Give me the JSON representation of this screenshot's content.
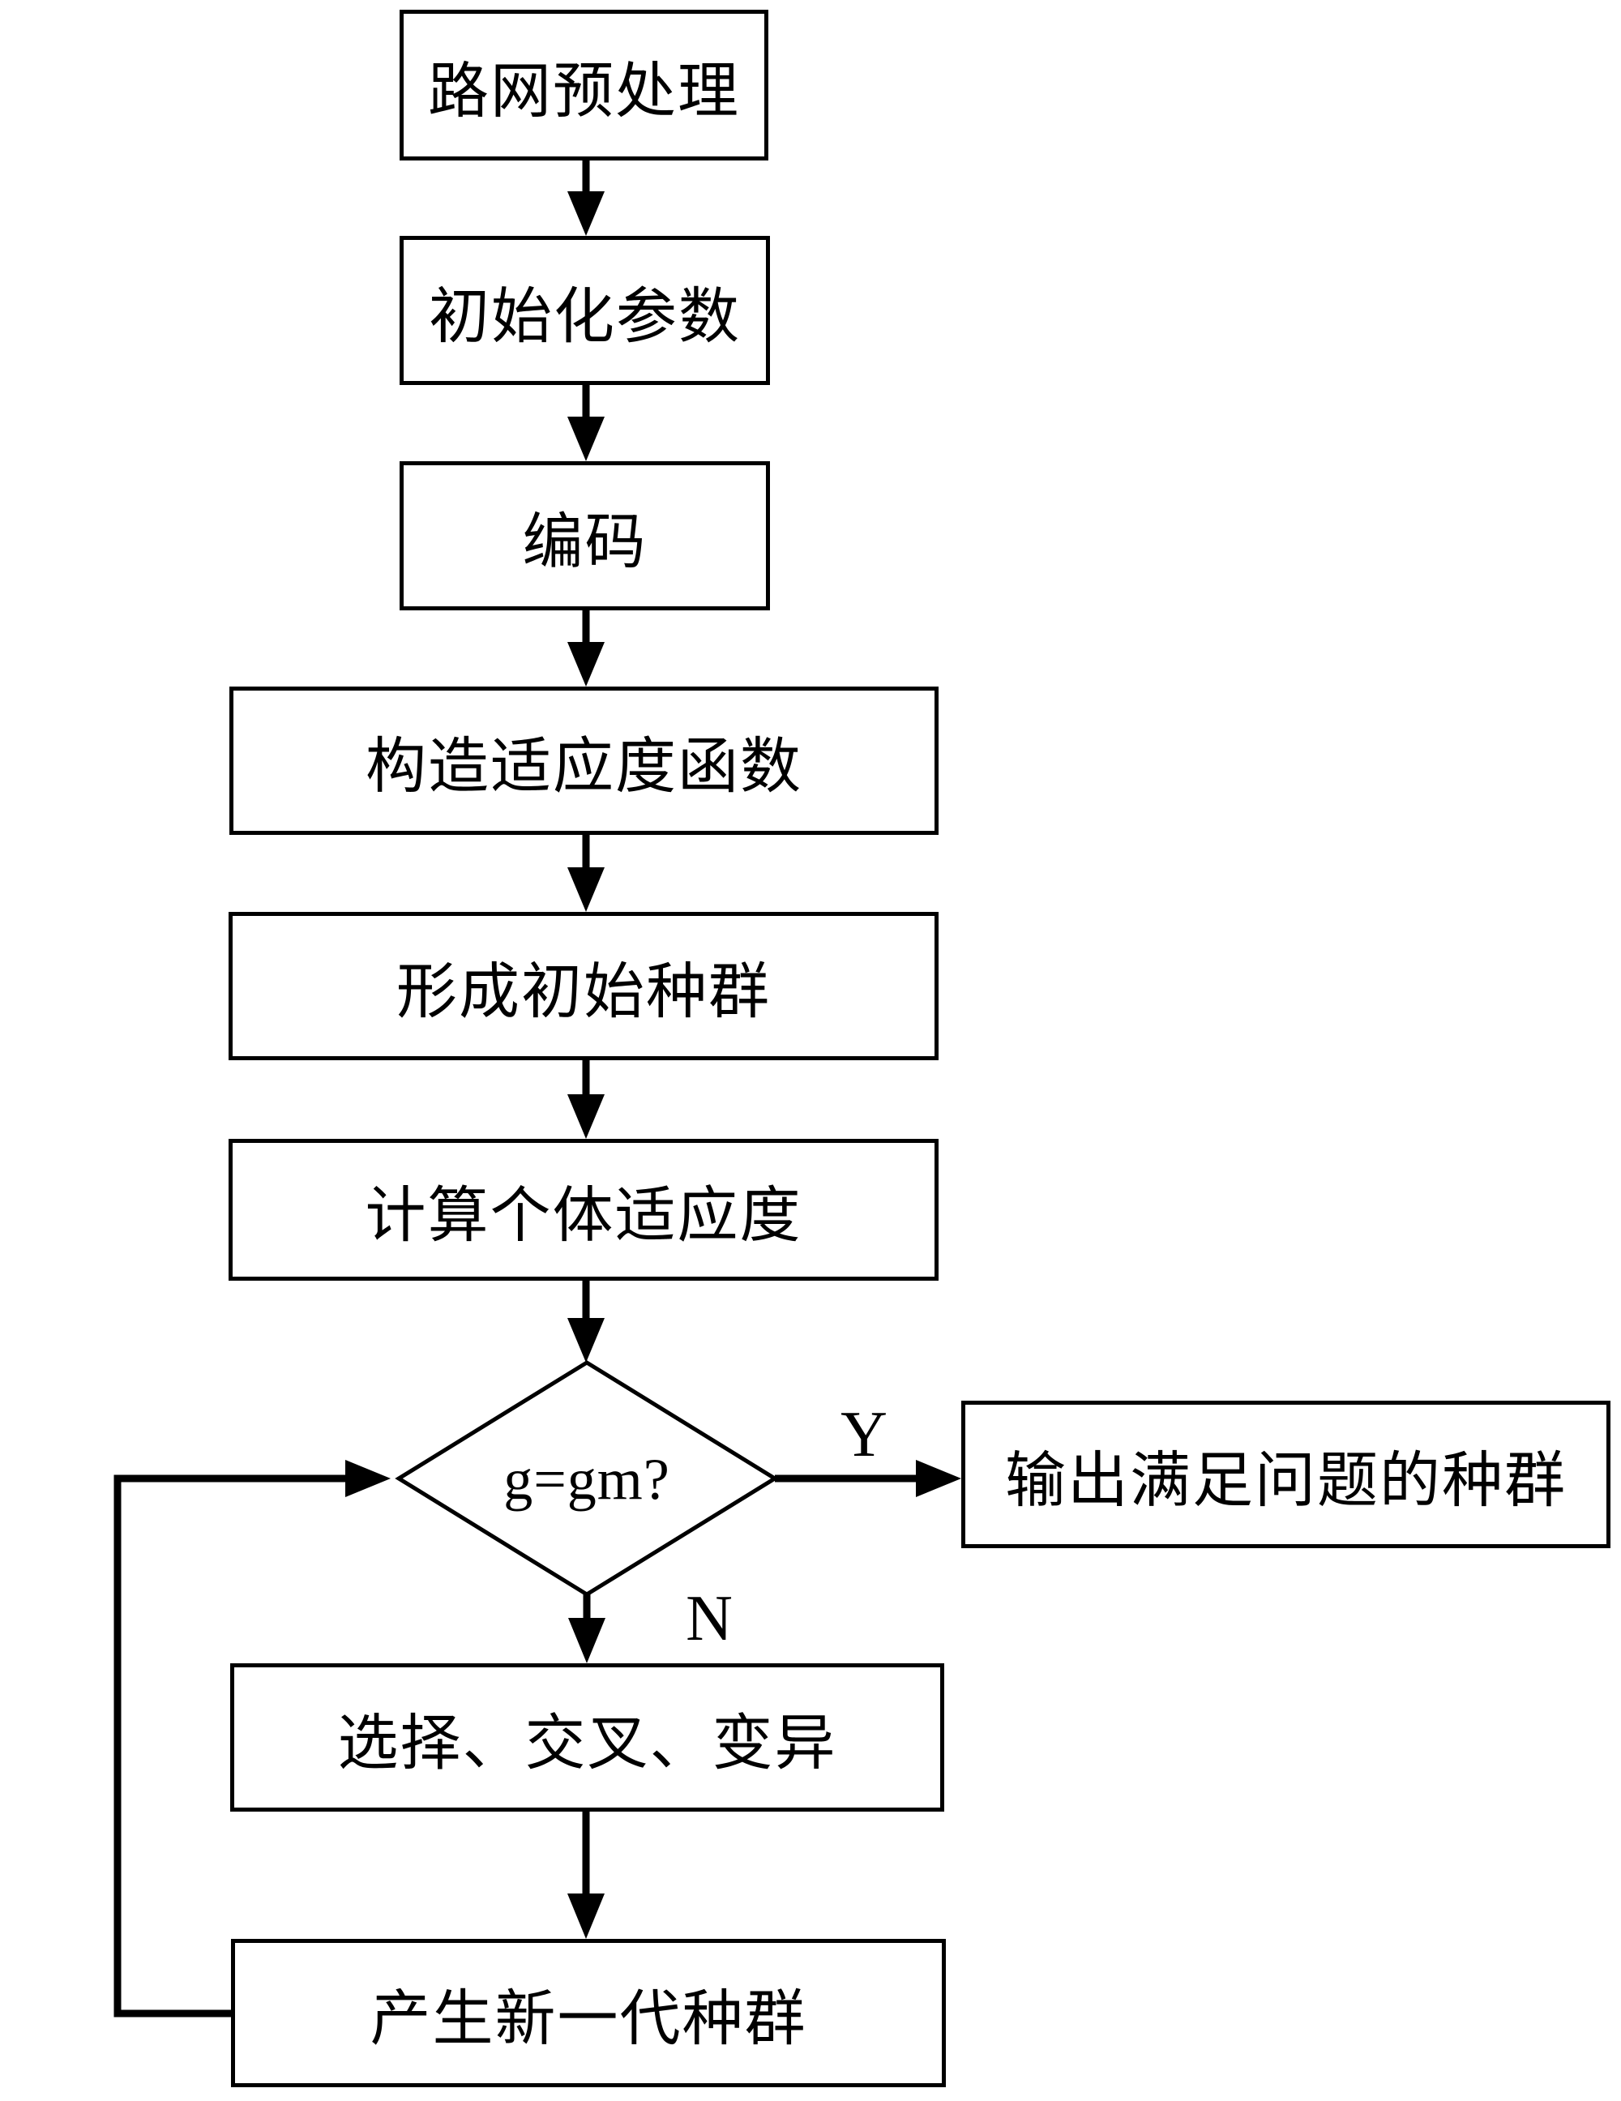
{
  "diagram": {
    "title": "genetic-algorithm-flowchart",
    "background": "#ffffff",
    "line_color": "#000000",
    "nodes": {
      "preprocess": "路网预处理",
      "init_params": "初始化参数",
      "encode": "编码",
      "build_fitness": "构造适应度函数",
      "init_population": "形成初始种群",
      "calc_fitness": "计算个体适应度",
      "decision": "g=gm?",
      "output": "输出满足问题的种群",
      "select_cross_mutate": "选择、交叉、变异",
      "new_generation": "产生新一代种群"
    },
    "branch_labels": {
      "yes": "Y",
      "no": "N"
    }
  }
}
